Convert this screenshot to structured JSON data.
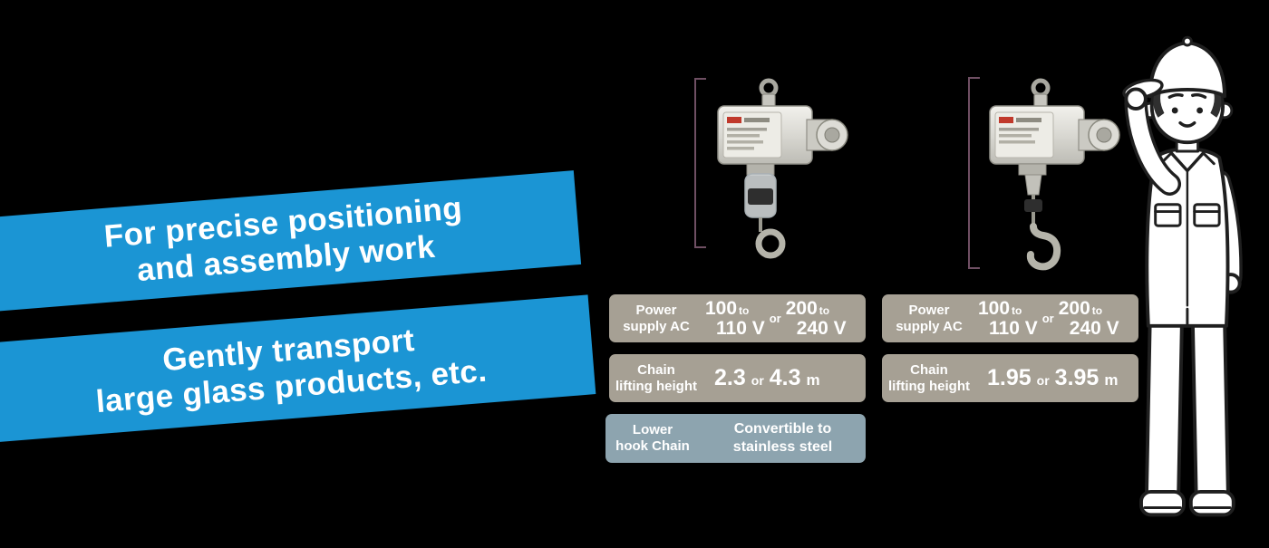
{
  "background_color": "#000000",
  "colors": {
    "banner_blue": "#1b95d4",
    "badge_tan": "#a6a094",
    "badge_blue_gray": "#8da4af",
    "badge_text": "#ffffff"
  },
  "banners": [
    {
      "lines": [
        "For precise positioning",
        "and assembly work"
      ]
    },
    {
      "lines": [
        "Gently transport",
        "large glass products, etc."
      ]
    }
  ],
  "left_product": {
    "power": {
      "label": [
        "Power",
        "supply AC"
      ],
      "range1": {
        "num": "100",
        "to": "to",
        "bottom": "110 V"
      },
      "or": "or",
      "range2": {
        "num": "200",
        "to": "to",
        "bottom": "240 V"
      }
    },
    "chain": {
      "label": [
        "Chain",
        "lifting height"
      ],
      "value1": "2.3",
      "or": "or",
      "value2": "4.3",
      "unit": "m"
    },
    "hook": {
      "label": [
        "Lower",
        "hook Chain"
      ],
      "value": [
        "Convertible to",
        "stainless steel"
      ]
    }
  },
  "right_product": {
    "power": {
      "label": [
        "Power",
        "supply AC"
      ],
      "range1": {
        "num": "100",
        "to": "to",
        "bottom": "110 V"
      },
      "or": "or",
      "range2": {
        "num": "200",
        "to": "to",
        "bottom": "240 V"
      }
    },
    "chain": {
      "label": [
        "Chain",
        "lifting height"
      ],
      "value1": "1.95",
      "or": "or",
      "value2": "3.95",
      "unit": "m"
    }
  }
}
